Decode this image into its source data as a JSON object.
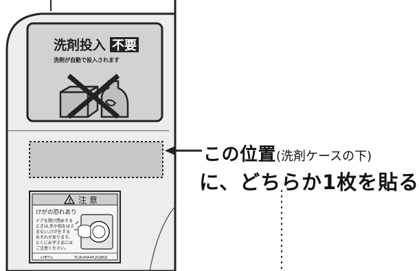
{
  "detergent_label": {
    "title": "洗剤投入",
    "title_badge": "不要",
    "subtitle": "洗剤が自動で投入されます"
  },
  "callout": {
    "line1_main": "この位置",
    "line1_sub": "(洗剤ケースの下)",
    "line2": "に、どちらか1枚を貼る"
  },
  "caution_label": {
    "header": "注 意",
    "heading": "けがの恐れあり",
    "body_lines": [
      "ドアを開け閉めする",
      "ときは,手や指をはさ",
      "まない,けがをする",
      "おそれがあります。",
      "とくにお子さまには",
      "ご注意ください。"
    ],
    "footer_left": ">PET<",
    "footer_right": "TCAUHA452GBRZ"
  },
  "colors": {
    "panel": "#ededed",
    "label_bg": "#d2d2d2",
    "placement_area": "#c8c8c8",
    "outline": "#222222"
  }
}
